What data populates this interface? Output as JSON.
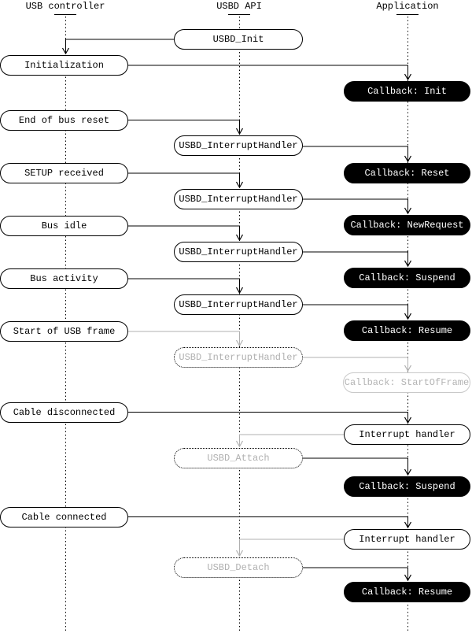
{
  "diagram": {
    "kind": "usb-device-stack-sequence-diagram",
    "colors": {
      "active": "#000000",
      "inactive_text": "#b0b0b0",
      "inactive_border": "#c9c9c9",
      "callback_bg": "#000000",
      "callback_text": "#ffffff"
    },
    "lifelines": [
      {
        "label": "USB controller"
      },
      {
        "label": "USBD API"
      },
      {
        "label": "Application"
      }
    ],
    "nodes": [
      {
        "label": "USBD_Init",
        "column": "USBD API",
        "type": "api-call",
        "state": "active"
      },
      {
        "label": "Initialization",
        "column": "USB controller",
        "type": "event",
        "state": "active"
      },
      {
        "label": "Callback: Init",
        "column": "Application",
        "type": "callback",
        "state": "active"
      },
      {
        "label": "End of bus reset",
        "column": "USB controller",
        "type": "event",
        "state": "active"
      },
      {
        "label": "USBD_InterruptHandler",
        "column": "USBD API",
        "type": "api-call",
        "state": "active"
      },
      {
        "label": "Callback: Reset",
        "column": "Application",
        "type": "callback",
        "state": "active"
      },
      {
        "label": "SETUP received",
        "column": "USB controller",
        "type": "event",
        "state": "active"
      },
      {
        "label": "USBD_InterruptHandler",
        "column": "USBD API",
        "type": "api-call",
        "state": "active"
      },
      {
        "label": "Callback: NewRequest",
        "column": "Application",
        "type": "callback",
        "state": "active"
      },
      {
        "label": "Bus idle",
        "column": "USB controller",
        "type": "event",
        "state": "active"
      },
      {
        "label": "USBD_InterruptHandler",
        "column": "USBD API",
        "type": "api-call",
        "state": "active"
      },
      {
        "label": "Callback: Suspend",
        "column": "Application",
        "type": "callback",
        "state": "active"
      },
      {
        "label": "Bus activity",
        "column": "USB controller",
        "type": "event",
        "state": "active"
      },
      {
        "label": "USBD_InterruptHandler",
        "column": "USBD API",
        "type": "api-call",
        "state": "active"
      },
      {
        "label": "Callback: Resume",
        "column": "Application",
        "type": "callback",
        "state": "active"
      },
      {
        "label": "Start of USB frame",
        "column": "USB controller",
        "type": "event",
        "state": "active"
      },
      {
        "label": "USBD_InterruptHandler",
        "column": "USBD API",
        "type": "api-call",
        "state": "inactive"
      },
      {
        "label": "Callback: StartOfFrame",
        "column": "Application",
        "type": "callback",
        "state": "inactive"
      },
      {
        "label": "Cable disconnected",
        "column": "USB controller",
        "type": "event",
        "state": "active"
      },
      {
        "label": "Interrupt handler",
        "column": "Application",
        "type": "handler",
        "state": "active"
      },
      {
        "label": "USBD_Attach",
        "column": "USBD API",
        "type": "api-call",
        "state": "inactive"
      },
      {
        "label": "Callback: Suspend",
        "column": "Application",
        "type": "callback",
        "state": "active"
      },
      {
        "label": "Cable connected",
        "column": "USB controller",
        "type": "event",
        "state": "active"
      },
      {
        "label": "Interrupt handler",
        "column": "Application",
        "type": "handler",
        "state": "active"
      },
      {
        "label": "USBD_Detach",
        "column": "USBD API",
        "type": "api-call",
        "state": "inactive"
      },
      {
        "label": "Callback: Resume",
        "column": "Application",
        "type": "callback",
        "state": "active"
      }
    ]
  }
}
